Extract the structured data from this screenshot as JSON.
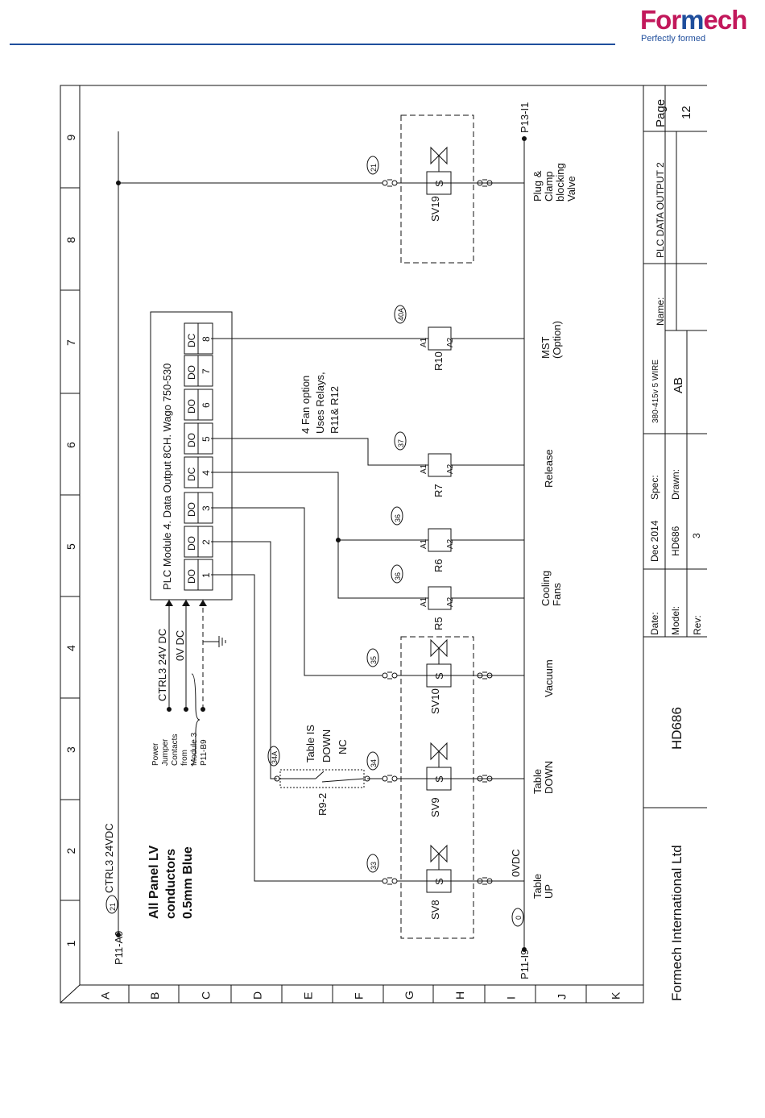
{
  "brand": {
    "name_part1": "For",
    "name_part2": "m",
    "name_part3": "ech",
    "tagline": "Perfectly formed"
  },
  "border": {
    "columns": [
      "1",
      "2",
      "3",
      "4",
      "5",
      "6",
      "7",
      "8",
      "9"
    ],
    "rows": [
      "A",
      "B",
      "C",
      "D",
      "E",
      "F",
      "G",
      "H",
      "I",
      "J",
      "K"
    ]
  },
  "title_block": {
    "company": "Formech International Ltd",
    "model_big": "HD686",
    "date_label": "Date:",
    "date_value": "Dec 2014",
    "model_label": "Model:",
    "model_value": "HD686",
    "rev_label": "Rev:",
    "rev_value": "3",
    "spec_label": "Spec:",
    "spec_value": "380-415v 5 WIRE",
    "drawn_label": "Drawn:",
    "drawn_value": "AB",
    "name_label": "Name:",
    "name_value": "PLC DATA OUTPUT 2",
    "page_label": "Page",
    "page_value": "12"
  },
  "notes": {
    "conductors": [
      "All Panel LV",
      "conductors",
      "0.5mm Blue"
    ],
    "fan_option": [
      "4 Fan option",
      "Uses Relays,",
      "R11& R12"
    ]
  },
  "supply": {
    "top_label": "P11-A9",
    "top_wire": "21",
    "top_name": "CTRL3 24VDC",
    "bottom_label": "P11-I9",
    "bottom_wire": "0",
    "bottom_name": "0VDC",
    "far_label": "P13-I1"
  },
  "plc": {
    "title": "PLC Module 4.  Data Output 8CH.  Wago 750-530",
    "channels": [
      {
        "t": "DO",
        "n": "1"
      },
      {
        "t": "DO",
        "n": "2"
      },
      {
        "t": "DO",
        "n": "3"
      },
      {
        "t": "DC",
        "n": "4"
      },
      {
        "t": "DO",
        "n": "5"
      },
      {
        "t": "DO",
        "n": "6"
      },
      {
        "t": "DO",
        "n": "7"
      },
      {
        "t": "DC",
        "n": "8"
      }
    ]
  },
  "power": {
    "lines": [
      "CTRL3 24V DC",
      "0V DC"
    ],
    "jumper": [
      "Power",
      "Jumper",
      "Contacts",
      "from",
      "Module 3",
      "P11-B9"
    ]
  },
  "interlock": {
    "name": "R9-2",
    "wire": "34A",
    "label": [
      "Table IS",
      "DOWN",
      "NC"
    ]
  },
  "devices": [
    {
      "tag": "SV8",
      "coil": "S",
      "wire": "33",
      "desc": [
        "Table",
        "UP"
      ]
    },
    {
      "tag": "SV9",
      "coil": "S",
      "wire": "34",
      "desc": [
        "Table",
        "DOWN"
      ]
    },
    {
      "tag": "SV10",
      "coil": "S",
      "wire": "35",
      "desc": [
        "Vacuum"
      ]
    },
    {
      "tag": "R5",
      "a1": "A1",
      "a2": "A2",
      "wire": "36",
      "desc": [
        "Cooling",
        "Fans"
      ]
    },
    {
      "tag": "R6",
      "a1": "A1",
      "a2": "A2",
      "wire": "36",
      "desc": []
    },
    {
      "tag": "R7",
      "a1": "A1",
      "a2": "A2",
      "wire": "37",
      "desc": [
        "Release"
      ]
    },
    {
      "tag": "R10",
      "a1": "A1",
      "a2": "A2",
      "wire": "40A",
      "desc": [
        "MST",
        "(Option)"
      ]
    },
    {
      "tag": "SV19",
      "coil": "S",
      "wire": "21",
      "desc": [
        "Plug &",
        "Clamp",
        "blocking",
        "Valve"
      ]
    }
  ]
}
